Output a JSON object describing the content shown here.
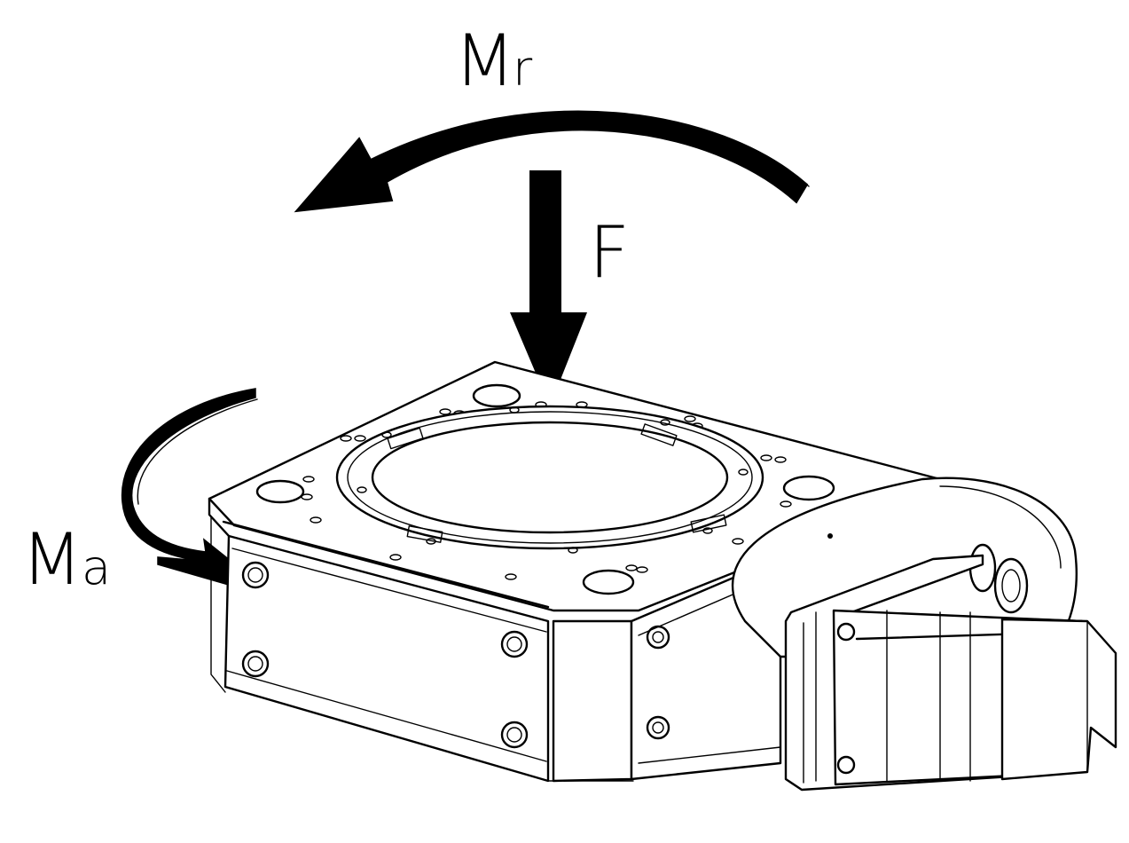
{
  "labels": {
    "torque_top": {
      "main": "M",
      "sub": "r"
    },
    "force": "F",
    "torque_side": {
      "main": "M",
      "sub": "a"
    }
  },
  "colors": {
    "line": "#000000",
    "background": "#ffffff",
    "arrow_fill": "#000000"
  },
  "icons": {
    "arrow_top": "curved-arrow-left-icon",
    "arrow_force": "down-arrow-icon",
    "arrow_side": "curved-arrow-down-icon"
  }
}
